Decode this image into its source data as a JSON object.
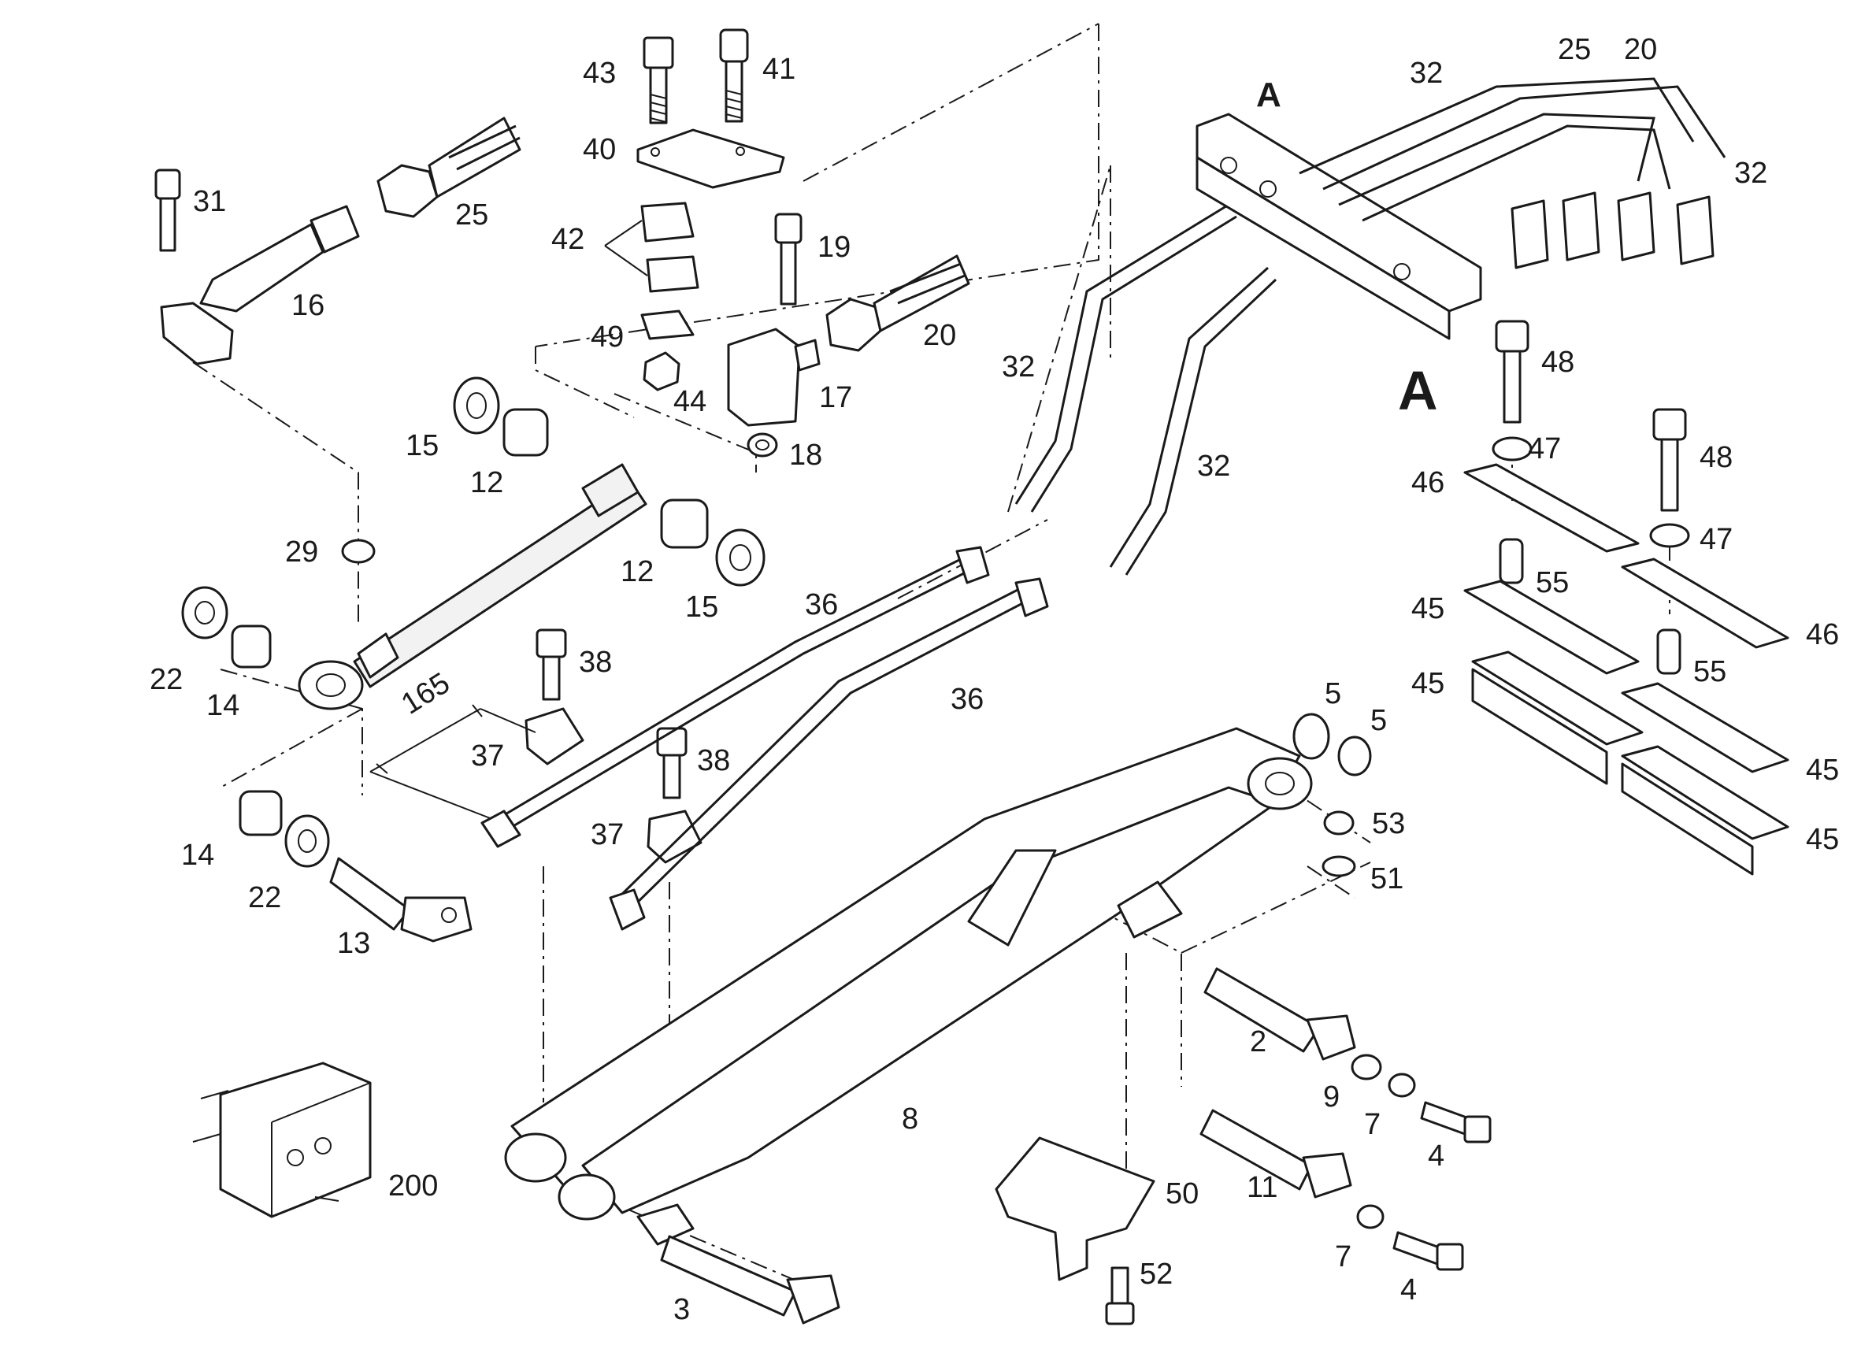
{
  "section_marks": [
    "A",
    "A"
  ],
  "dimension": "165",
  "callouts": {
    "c43": "43",
    "c41": "41",
    "c40": "40",
    "c42": "42",
    "c49": "49",
    "c44": "44",
    "c19": "19",
    "c17": "17",
    "c18": "18",
    "c20": "20",
    "c31": "31",
    "c25": "25",
    "c16": "16",
    "c15a": "15",
    "c12a": "12",
    "c12b": "12",
    "c15b": "15",
    "c29": "29",
    "c22a": "22",
    "c14a": "14",
    "c38a": "38",
    "c37a": "37",
    "c38b": "38",
    "c37b": "37",
    "c36a": "36",
    "c36b": "36",
    "c14b": "14",
    "c22b": "22",
    "c13": "13",
    "c32a": "32",
    "c32b": "32",
    "c32c": "32",
    "c32d": "32",
    "c25b": "25",
    "c20b": "20",
    "c48a": "48",
    "c47a": "47",
    "c46a": "46",
    "c48b": "48",
    "c47b": "47",
    "c55a": "55",
    "c45a": "45",
    "c46b": "46",
    "c55b": "55",
    "c45b": "45",
    "c45c": "45",
    "c45d": "45",
    "c5a": "5",
    "c5b": "5",
    "c53": "53",
    "c51": "51",
    "c2": "2",
    "c9": "9",
    "c7a": "7",
    "c4a": "4",
    "c8": "8",
    "c11": "11",
    "c7b": "7",
    "c4b": "4",
    "c50": "50",
    "c52": "52",
    "c3": "3",
    "c200": "200"
  }
}
